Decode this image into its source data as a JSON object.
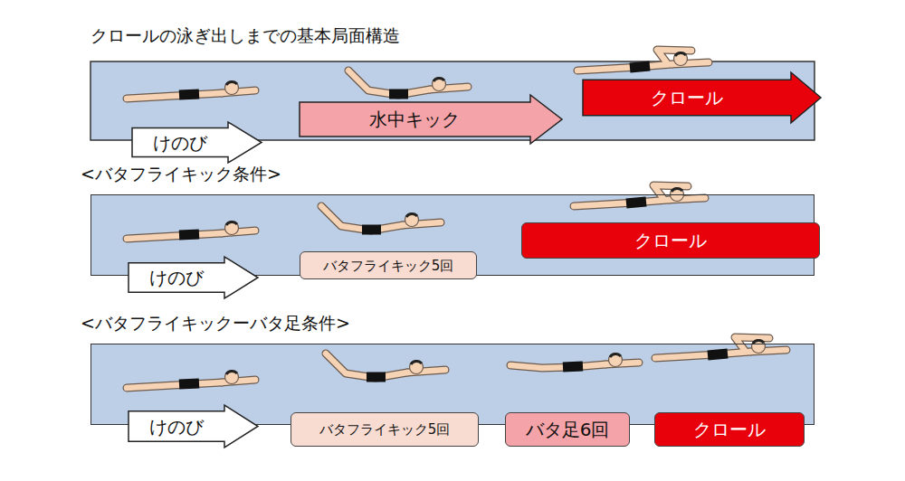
{
  "diagram": {
    "title": "クロールの泳ぎ出しまでの基本局面構造",
    "nodes": [
      {
        "text": [
          "けのび"
        ]
      },
      {
        "text": [
          "水中キック"
        ]
      },
      {
        "text": [
          "クロール"
        ]
      },
      {
        "text": [
          "<バタフライキック条件>"
        ]
      },
      {
        "text": [
          "けのび"
        ],
        "in": 3
      },
      {
        "text": [
          "バタフライキック5回"
        ],
        "in": 3
      },
      {
        "text": [
          "クロール"
        ],
        "in": 3
      },
      {
        "text": [
          "<バタフライキックーバタ足条件>"
        ]
      },
      {
        "text": [
          "けのび"
        ],
        "in": 7
      },
      {
        "text": [
          "バタフライキック5回"
        ],
        "in": 7
      },
      {
        "text": [
          "バタ足6回"
        ],
        "in": 7
      },
      {
        "text": [
          "クロール"
        ],
        "in": 7
      }
    ]
  }
}
